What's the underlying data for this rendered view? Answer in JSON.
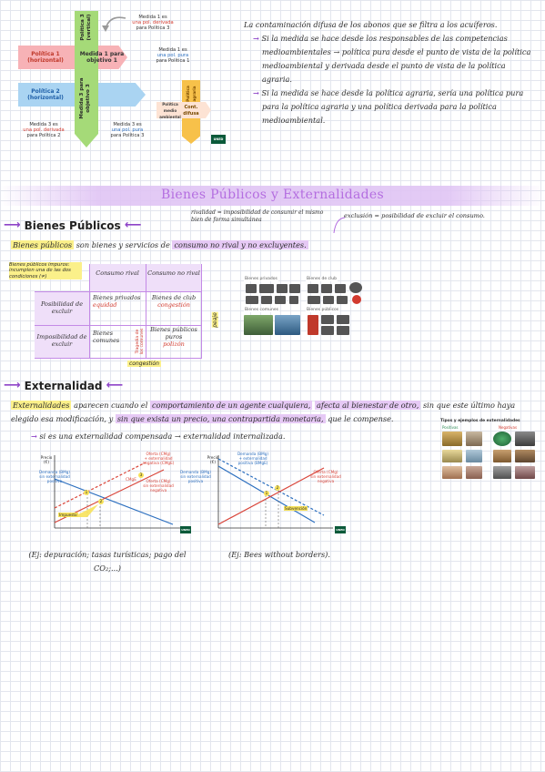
{
  "diagram": {
    "politica3": "Política 3 (vertical)",
    "medida1es_a": "Medida 1 es",
    "medida1es_b": "una pol. derivada",
    "medida1es_c": "para Política 3",
    "politica1": "Política 1 (horizontal)",
    "medida1": "Medida 1 para objetivo 1",
    "medida1pura_a": "Medida 1 es",
    "medida1pura_b": "una pol. pura",
    "medida1pura_c": "para Política 1",
    "politica2": "Política 2 (horizontal)",
    "medida3": "Medida 3 para objetivo 3",
    "politica_medio": "Política medio ambiental",
    "politica_agraria": "Política agraria",
    "cont_difusa": "Cont. difusa",
    "medida3der_a": "Medida 3 es",
    "medida3der_b": "una pol. derivada",
    "medida3der_c": "para Política 2",
    "medida3pura_a": "Medida 3 es",
    "medida3pura_b": "una pol. pura",
    "medida3pura_c": "para Política 3",
    "logo": "UNED"
  },
  "intro": {
    "line1": "La contaminación difusa de los abonos que se filtra a los acuíferos.",
    "bullet1": "Si la medida se hace desde los responsables de las competencias medioambientales → política pura desde el punto de vista de la política medioambiental y derivada desde el punto de vista de la política agraria.",
    "bullet2": "Si la medida se hace desde la política agraria, sería una política pura para la política agraria y una política derivada para la política medioambiental."
  },
  "banner": {
    "title": "Bienes Públicos y Externalidades"
  },
  "bienes": {
    "heading": "Bienes Públicos",
    "rivalidad": "rivalidad = imposibilidad de consumir el mismo bien de forma simultánea",
    "exclusion": "exclusión = posibilidad de excluir el consumo.",
    "definition_a": "Bienes públicos",
    "definition_b": "son bienes y servicios de",
    "definition_c": "consumo no rival y no excluyentes.",
    "side_note": "Bienes públicos impuros: incumplen una de las dos condiciones (≠)",
    "table": {
      "col1": "Consumo rival",
      "col2": "Consumo no rival",
      "row1": "Posibilidad de excluir",
      "row2": "Imposibilidad de excluir",
      "c11": "Bienes privados",
      "c11b": "equidad",
      "c12": "Bienes de club",
      "c12b": "congestión",
      "c21": "Bienes comunes",
      "c22": "Bienes públicos puros",
      "c22b": "polizón",
      "tragedia": "Tragedia de los comunes",
      "peaje": "peaje",
      "congestion_bottom": "congestión"
    },
    "image_labels": {
      "privados": "Bienes privados",
      "club": "Bienes de club",
      "comunes": "Bienes comunes",
      "publicos": "Bienes públicos"
    }
  },
  "externalidad": {
    "heading": "Externalidad",
    "p1_a": "Externalidades",
    "p1_b": "aparecen cuando el",
    "p1_c": "comportamiento de un agente cualquiera,",
    "p1_d": "afecta al bienestar de otro,",
    "p1_e": "sin que este último haya elegido esa modificación, y",
    "p1_f": "sin que exista un precio, una contrapartida monetaria,",
    "p1_g": "que le compense.",
    "bullet": "si es una externalidad compensada → externalidad internalizada.",
    "types_title": "Tipos y ejemplos de externalidades",
    "types_pos": "Positivas",
    "types_neg": "Negativas",
    "ex1": "(Ej: depuración; tasas turísticas; pago del CO₂;...)",
    "ex2": "(Ej: Bees without borders)."
  },
  "chart1": {
    "precio": "Precio (€)",
    "oferta_a": "Oferta (CMg)",
    "oferta_b": "+ externalidad",
    "oferta_c": "negativa (CMgE)",
    "demanda_a": "Demanda (BMg)",
    "demanda_b": "sin externalidad",
    "demanda_c": "positiva",
    "cmge": "CMgE",
    "oferta2_a": "Oferta (CMg)",
    "oferta2_b": "sin externalidad",
    "oferta2_c": "negativa",
    "impuesto": "Impuesto",
    "eq1": "1",
    "eq2": "2",
    "eq3": "3"
  },
  "chart2": {
    "precio": "Precio (€)",
    "demanda_a": "Demanda (BMg)",
    "demanda_b": "+ externalidad",
    "demanda_c": "positiva (BMgE)",
    "demanda2_a": "Demanda (BMg)",
    "demanda2_b": "sin externalidad",
    "demanda2_c": "positiva",
    "oferta_a": "Oferta (CMg)",
    "oferta_b": "sin externalidad",
    "oferta_c": "negativa",
    "subvencion": "Subvención",
    "eq1": "1",
    "eq2": "2"
  },
  "colors": {
    "purple": "#8e44c8",
    "highlight_yellow": "#fbf08a",
    "highlight_purple": "#e6c9f5",
    "red": "#d9453a",
    "blue": "#2c6fbf",
    "green": "#9bd36f",
    "pink": "#f6a4a8",
    "lightblue": "#a9d3f0",
    "orange": "#f7b24a"
  }
}
